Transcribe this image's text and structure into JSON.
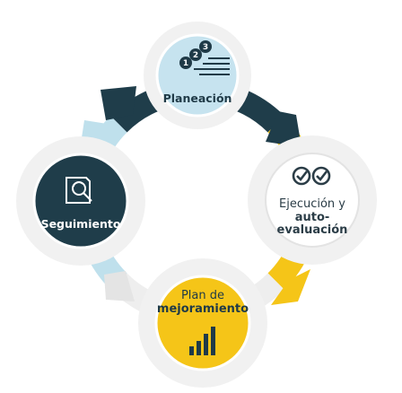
{
  "diagram": {
    "steps": [
      {
        "id": "planeacion",
        "label": "Planeación",
        "icon": "numbered-list-icon",
        "badges": [
          "1",
          "2",
          "3"
        ]
      },
      {
        "id": "ejecucion",
        "label_line1": "Ejecución y",
        "label_line2": "auto-",
        "label_line3": "evaluación",
        "icon": "check-circles-icon"
      },
      {
        "id": "plan",
        "label_line1": "Plan de",
        "label_line2": "mejoramiento",
        "icon": "bar-chart-icon"
      },
      {
        "id": "seguimiento",
        "label": "Seguimiento",
        "icon": "document-search-icon"
      }
    ],
    "colors": {
      "dark_teal": "#1f3d4a",
      "light_blue": "#bfe0ec",
      "yellow": "#f5c518",
      "light_gray": "#eeeeee",
      "white": "#ffffff"
    }
  }
}
